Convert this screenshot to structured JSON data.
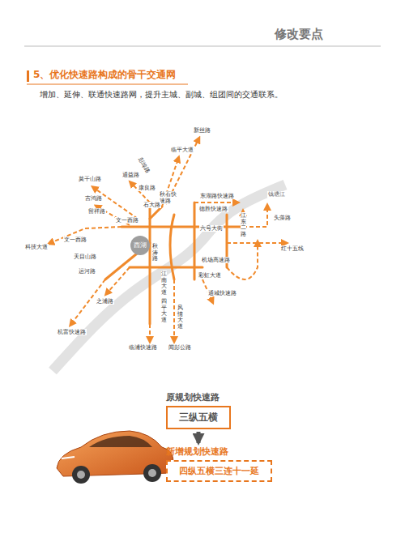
{
  "diagram": {
    "title": "5、优化快速路构成的骨干交通网",
    "nodes": [
      {
        "text": [
          "西湖"
        ]
      },
      {
        "text": [
          "原规划快速路",
          "三纵五横"
        ]
      },
      {
        "text": [
          "新增规划快速路",
          "四纵五横三连十一延"
        ]
      }
    ],
    "edges": [
      {
        "from": 1,
        "to": 2,
        "arrow": "to"
      }
    ],
    "labels": [
      "修改要点",
      "增加、延伸、联通快速路网，提升主城、副城、组团间的交通联系。",
      "新丝路",
      "临平大道",
      "彭埠路",
      "莫干山路",
      "通益路",
      "康良路",
      "秋石快速路",
      "吉鸿路",
      "石大路",
      "留祥路",
      "文一西路",
      "东湖路快速路",
      "德胜快速路",
      "钱塘江",
      "头藻路",
      "江东二路",
      "红十五线",
      "六号大街",
      "科技大道",
      "文一西路",
      "天目山路",
      "秋涛路",
      "江南大道",
      "机场高速路",
      "彩虹大道",
      "运河路",
      "四平大道",
      "通城快速路",
      "风情大道",
      "之浦路",
      "杭富快速路",
      "临浦快速路",
      "闻彭公路"
    ]
  }
}
